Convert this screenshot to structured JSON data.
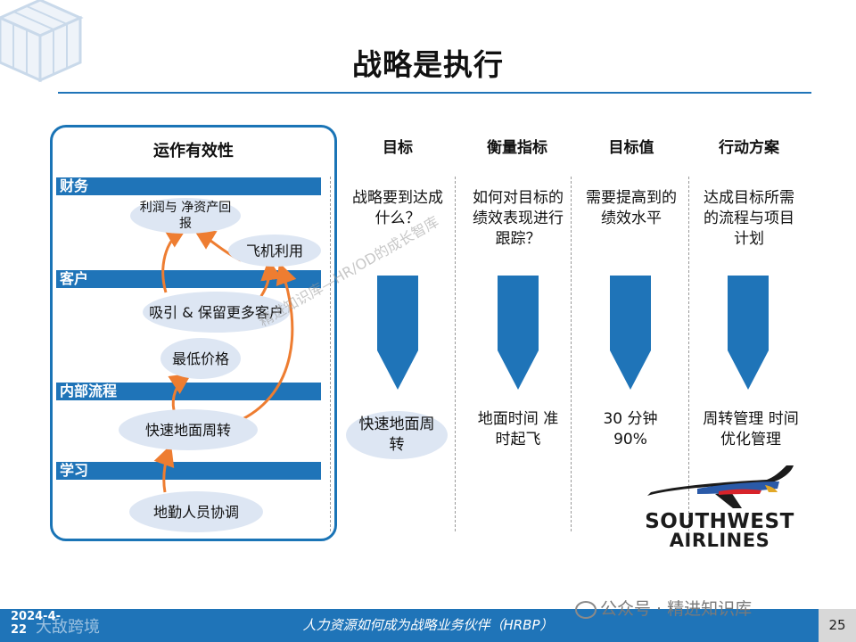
{
  "title": "战略是执行",
  "panel": {
    "title": "运作有效性",
    "bands": [
      "财务",
      "客户",
      "内部流程",
      "学习"
    ],
    "nodes": {
      "profit": "利润与 净资产回报",
      "plane": "飞机利用",
      "attract": "吸引 & 保留更多客户",
      "price": "最低价格",
      "turn": "快速地面周转",
      "crew": "地勤人员协调"
    }
  },
  "columns": [
    {
      "header": "目标",
      "question": "战略要到达成什么？",
      "result": "快速地面周转"
    },
    {
      "header": "衡量指标",
      "question": "如何对目标的绩效表现进行跟踪？",
      "result": "地面时间 准时起飞"
    },
    {
      "header": "目标值",
      "question": "需要提高到的绩效水平",
      "result": "30 分钟 90%"
    },
    {
      "header": "行动方案",
      "question": "达成目标所需的流程与项目计划",
      "result": "周转管理 时间优化管理"
    }
  ],
  "logo": {
    "line1": "SOUTHWEST",
    "line2": "AIRLINES"
  },
  "watermark": "精进知识库—HR/OD的成长智库",
  "footer": {
    "date": "2024-4-22",
    "brand": "大敌跨境",
    "title": "人力资源如何成为战略业务伙伴（HRBP）",
    "page": "25",
    "wechat": "公众号 · 精进知识库"
  },
  "colors": {
    "accent": "#1f74b8",
    "arrow": "#ee7d31",
    "node": "#dde6f3"
  }
}
